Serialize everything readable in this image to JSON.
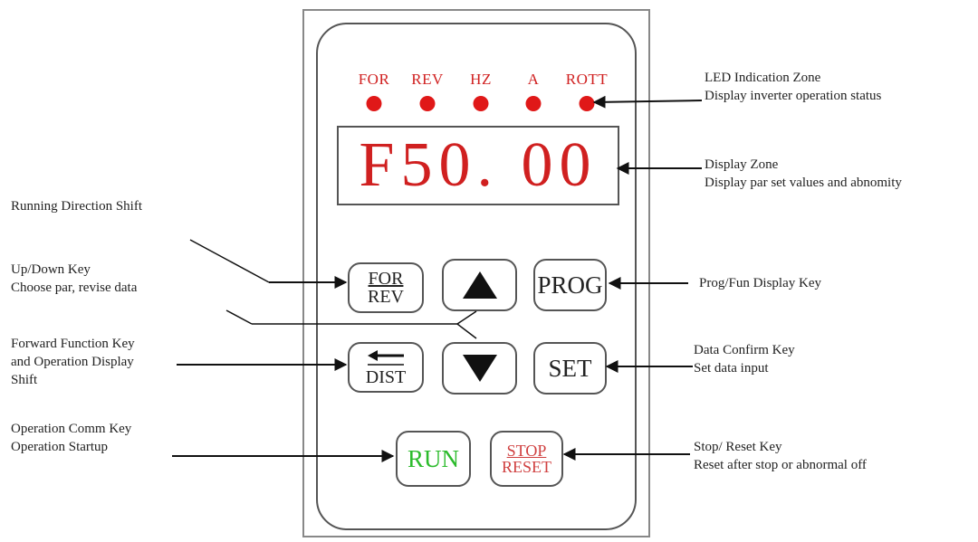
{
  "leds": [
    {
      "label": "FOR"
    },
    {
      "label": "REV"
    },
    {
      "label": "HZ"
    },
    {
      "label": "A"
    },
    {
      "label": "ROTT"
    }
  ],
  "display": {
    "value": "F50. 00"
  },
  "keys": {
    "for_rev": {
      "top": "FOR",
      "bottom": "REV"
    },
    "prog": "PROG",
    "dist": {
      "bottom": "DIST"
    },
    "set": "SET",
    "run": "RUN",
    "stop_reset": {
      "top": "STOP",
      "bottom": "RESET"
    }
  },
  "annotations": {
    "led_zone": {
      "line1": "LED Indication Zone",
      "line2": "Display inverter operation status"
    },
    "display_zone": {
      "line1": "Display Zone",
      "line2": "Display par set values and abnomity"
    },
    "running_direction": {
      "line1": "Running Direction Shift"
    },
    "up_down": {
      "line1": "Up/Down Key",
      "line2": "Choose par, revise data"
    },
    "prog_fun": {
      "line1": "Prog/Fun Display Key"
    },
    "forward_function": {
      "line1": "Forward Function Key",
      "line2": "and Operation Display",
      "line3": "Shift"
    },
    "data_confirm": {
      "line1": "Data Confirm Key",
      "line2": "Set data input"
    },
    "operation_comm": {
      "line1": "Operation Comm Key",
      "line2": "Operation Startup"
    },
    "stop_reset": {
      "line1": "Stop/ Reset Key",
      "line2": "Reset after stop or abnormal off"
    }
  },
  "colors": {
    "led": "#e01818",
    "display_text": "#d02020",
    "run_text": "#2cbb2c",
    "stop_text": "#d04040"
  }
}
